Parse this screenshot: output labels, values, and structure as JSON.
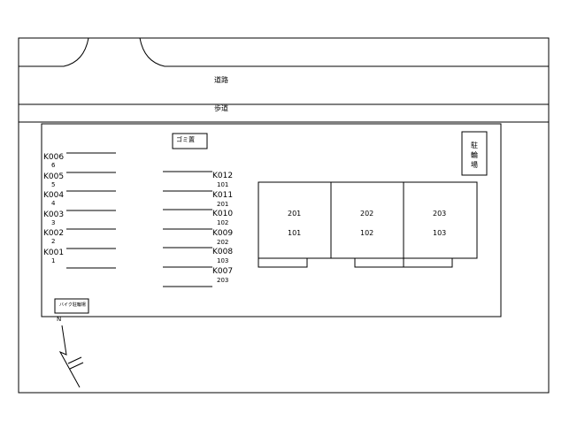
{
  "road": {
    "label": "道路"
  },
  "sidewalk": {
    "label": "歩道"
  },
  "garbage": {
    "label": "ゴミ置"
  },
  "bicycle_parking": {
    "label": "駐輪場"
  },
  "bike_parking": {
    "label": "バイク駐輪場"
  },
  "north": {
    "label": "N"
  },
  "left_spaces": [
    {
      "code": "K006",
      "sub": "6"
    },
    {
      "code": "K005",
      "sub": "5"
    },
    {
      "code": "K004",
      "sub": "4"
    },
    {
      "code": "K003",
      "sub": "3"
    },
    {
      "code": "K002",
      "sub": "2"
    },
    {
      "code": "K001",
      "sub": "1"
    }
  ],
  "right_spaces": [
    {
      "code": "K012",
      "sub": "101"
    },
    {
      "code": "K011",
      "sub": "201"
    },
    {
      "code": "K010",
      "sub": "102"
    },
    {
      "code": "K009",
      "sub": "202"
    },
    {
      "code": "K008",
      "sub": "103"
    },
    {
      "code": "K007",
      "sub": "203"
    }
  ],
  "units": [
    {
      "upper": "201",
      "lower": "101"
    },
    {
      "upper": "202",
      "lower": "102"
    },
    {
      "upper": "203",
      "lower": "103"
    }
  ]
}
